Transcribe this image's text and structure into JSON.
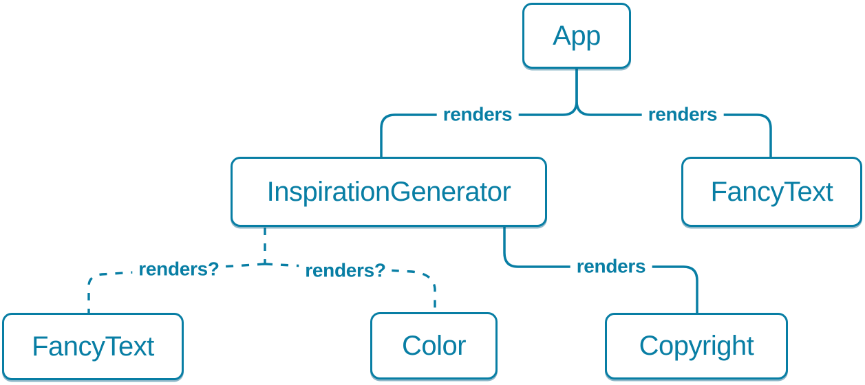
{
  "diagram": {
    "type": "component-render-tree",
    "colors": {
      "accent": "#087ea4",
      "node_fill": "#ffffff",
      "background": "#ffffff"
    },
    "nodes": [
      {
        "id": "app",
        "label": "App"
      },
      {
        "id": "inspiration-generator",
        "label": "InspirationGenerator"
      },
      {
        "id": "fancy-text-top",
        "label": "FancyText"
      },
      {
        "id": "fancy-text-bottom",
        "label": "FancyText"
      },
      {
        "id": "color",
        "label": "Color"
      },
      {
        "id": "copyright",
        "label": "Copyright"
      }
    ],
    "edges": [
      {
        "from": "App",
        "to": "InspirationGenerator",
        "label": "renders",
        "style": "solid"
      },
      {
        "from": "App",
        "to": "FancyText",
        "label": "renders",
        "style": "solid"
      },
      {
        "from": "InspirationGenerator",
        "to": "FancyText",
        "label": "renders?",
        "style": "dashed"
      },
      {
        "from": "InspirationGenerator",
        "to": "Color",
        "label": "renders?",
        "style": "dashed"
      },
      {
        "from": "InspirationGenerator",
        "to": "Copyright",
        "label": "renders",
        "style": "solid"
      }
    ]
  }
}
